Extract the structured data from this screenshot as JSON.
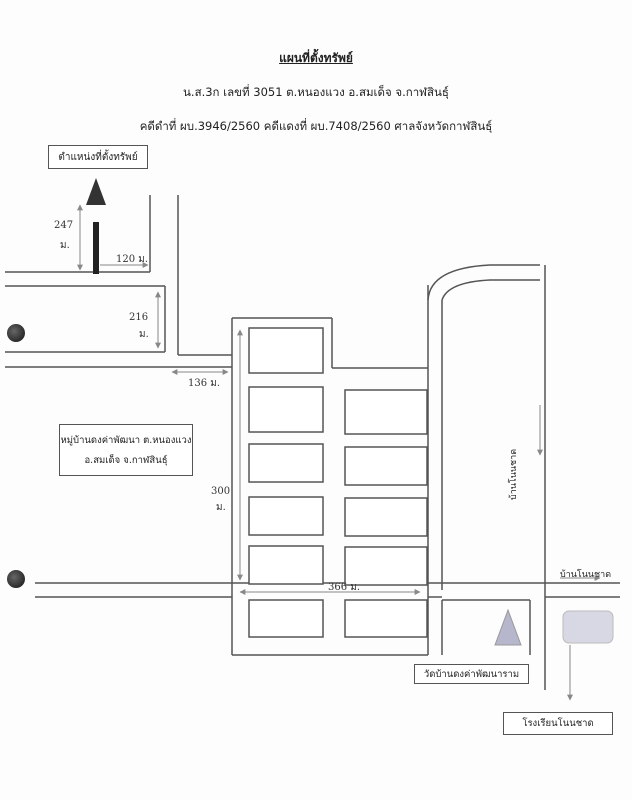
{
  "title": "แผนที่ตั้งทรัพย์",
  "subtitle_1": "น.ส.3ก เลขที่ 3051 ต.หนองแวง อ.สมเด็จ จ.กาฬสินธุ์",
  "subtitle_2": "คดีดำที่ ผบ.3946/2560   คดีแดงที่ ผบ.7408/2560 ศาลจังหวัดกาฬสินธุ์",
  "property_location_label": "ตำแหน่งที่ตั้งทรัพย์",
  "measurements": {
    "m_247": "247",
    "m_247_unit": "ม.",
    "m_120": "120 ม.",
    "m_216": "216",
    "m_216_unit": "ม.",
    "m_136": "136 ม.",
    "m_300": "300",
    "m_300_unit": "ม.",
    "m_366": "366 ม."
  },
  "village_label_line1": "หมู่บ้านดงค่าพัฒนา  ต.หนองแวง",
  "village_label_line2": "อ.สมเด็จ จ.กาฬสินธุ์",
  "road_vertical_label": "บ้านโนนชาด",
  "road_horizontal_label": "บ้านโนนชาด",
  "temple_label": "วัดบ้านดงค่าพัฒนาราม",
  "school_label": "โรงเรียนโนนชาด",
  "colors": {
    "line": "#555555",
    "temple": "#b6b6cc",
    "school": "#d8d8e4",
    "marker": "#222222"
  }
}
